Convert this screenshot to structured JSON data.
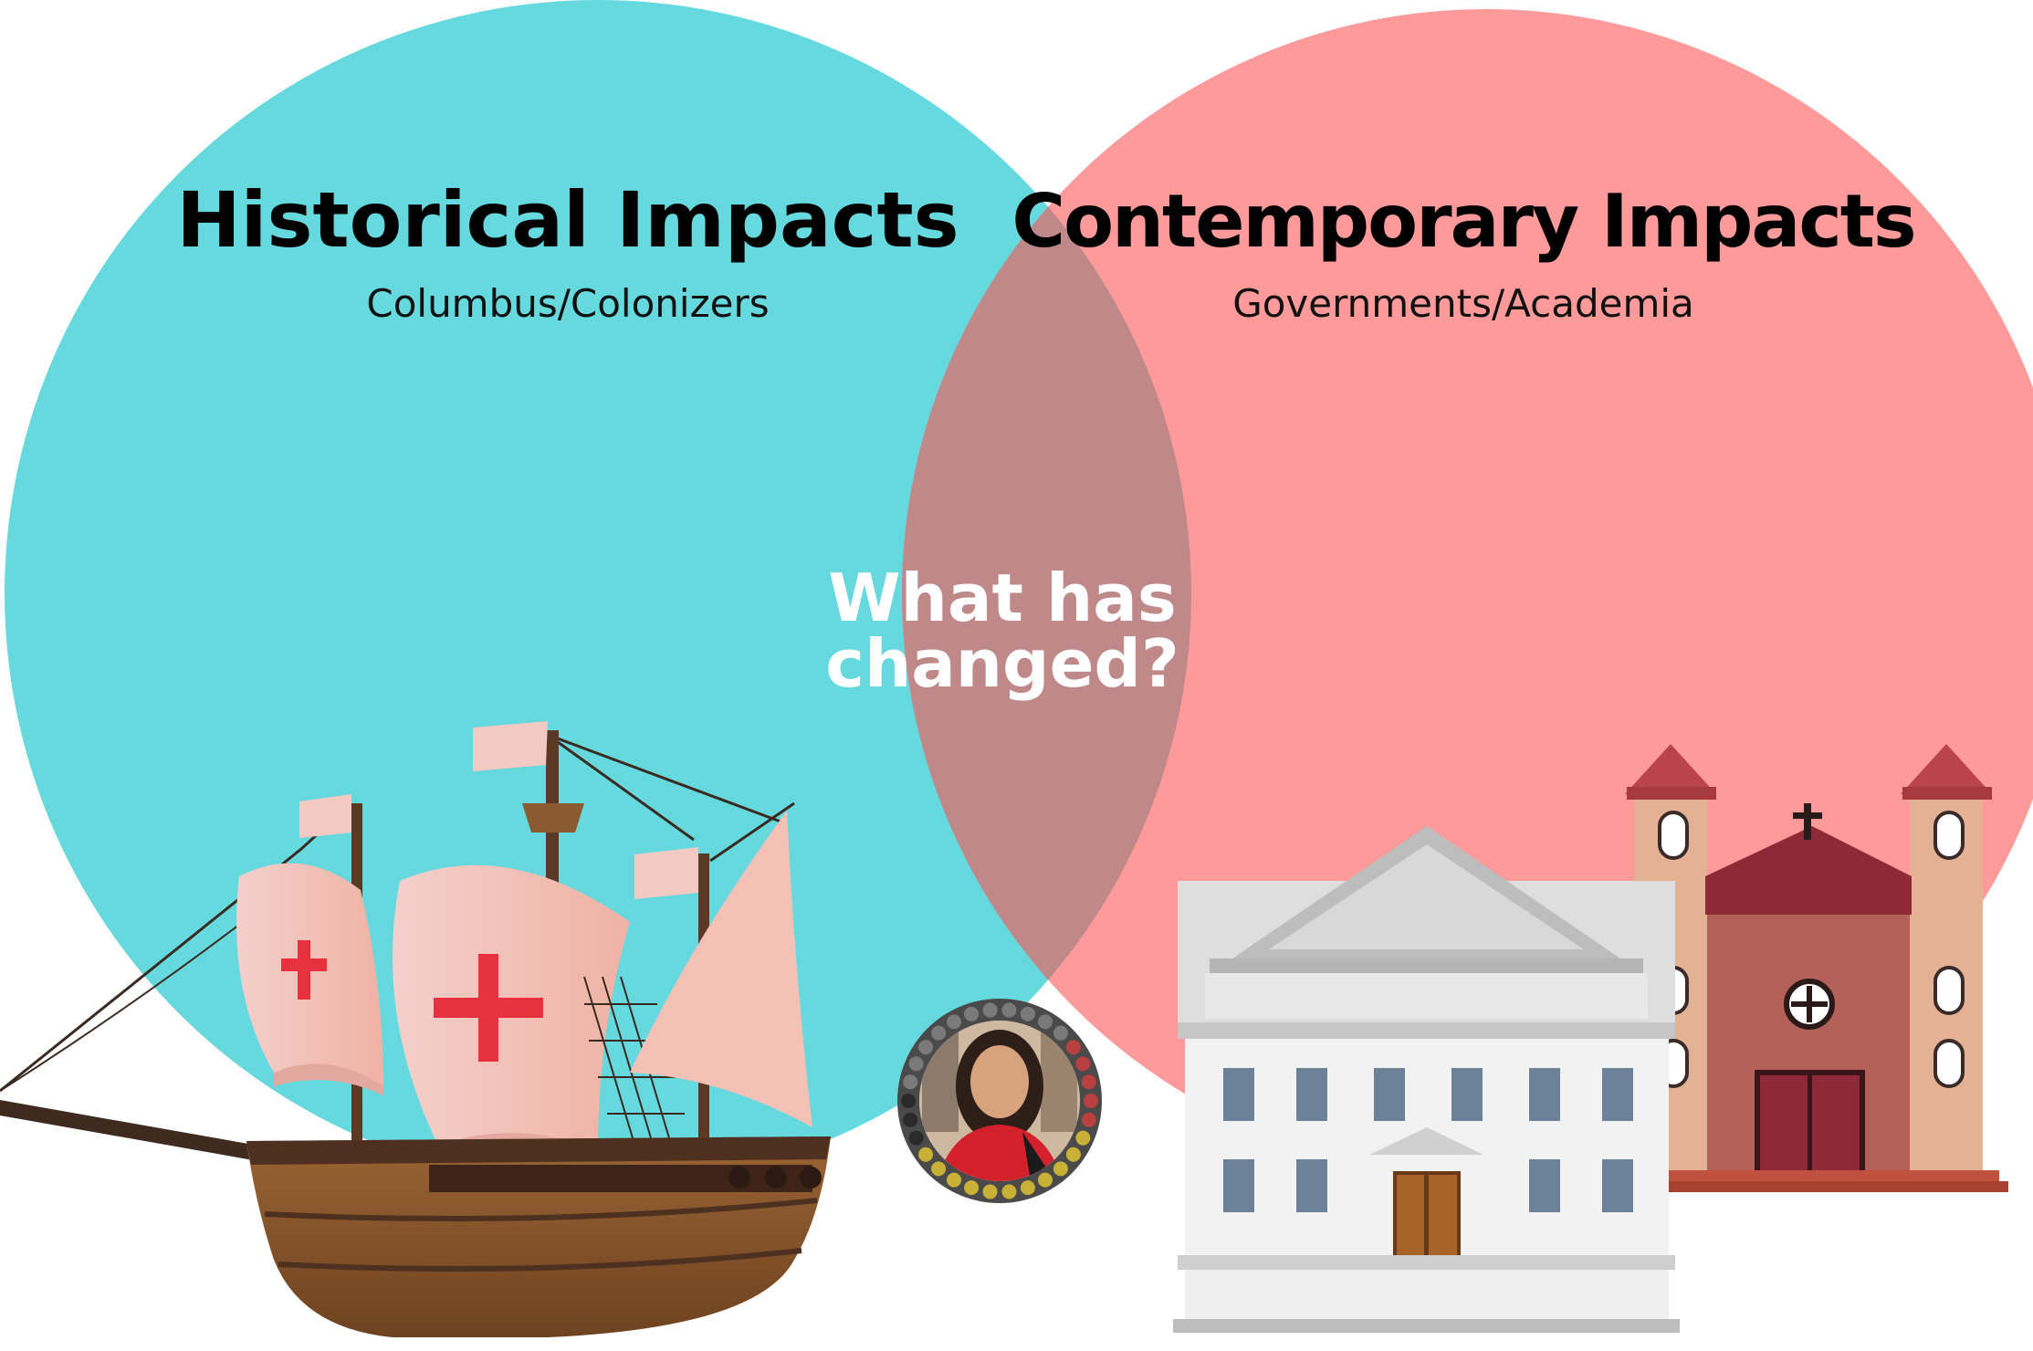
{
  "venn": {
    "left": {
      "title": "Historical Impacts",
      "subtitle": "Columbus/Colonizers",
      "color": "#66D9DF"
    },
    "right": {
      "title": "Contemporary Impacts",
      "subtitle": "Governments/Academia",
      "color": "#FF9A9A"
    },
    "overlap": {
      "line1": "What has",
      "line2": "changed?",
      "color": "#BF898A"
    }
  },
  "illustrations": {
    "ship": "caravel-ship-illustration",
    "government_building": "government-building-illustration",
    "church": "church-illustration",
    "portrait": "presenter-portrait-badge"
  }
}
